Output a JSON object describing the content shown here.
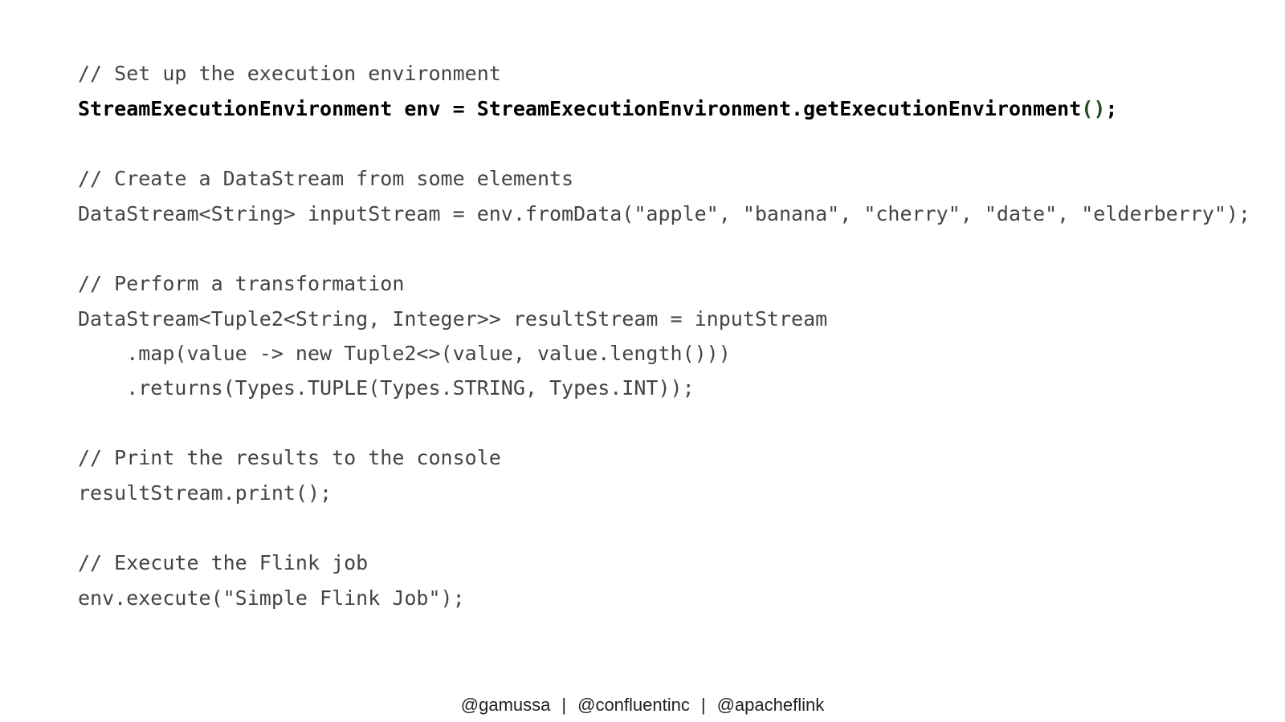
{
  "code": {
    "comment_setup": "// Set up the execution environment",
    "env_line_pre": "StreamExecutionEnvironment env = StreamExecutionEnvironment.getExecutionEnvironment",
    "env_line_parens": "()",
    "env_line_semi": ";",
    "comment_create": "// Create a DataStream from some elements",
    "input_line": "DataStream<String> inputStream = env.fromData(\"apple\", \"banana\", \"cherry\", \"date\", \"elderberry\");",
    "comment_transform": "// Perform a transformation",
    "result_line": "DataStream<Tuple2<String, Integer>> resultStream = inputStream",
    "map_line": "    .map(value -> new Tuple2<>(value, value.length()))",
    "returns_line": "    .returns(Types.TUPLE(Types.STRING, Types.INT));",
    "comment_print": "// Print the results to the console",
    "print_line": "resultStream.print();",
    "comment_execute": "// Execute the Flink job",
    "execute_line": "env.execute(\"Simple Flink Job\");"
  },
  "footer": {
    "handle_1": "@gamussa",
    "separator": "|",
    "handle_2": "@confluentinc",
    "handle_3": "@apacheflink"
  }
}
